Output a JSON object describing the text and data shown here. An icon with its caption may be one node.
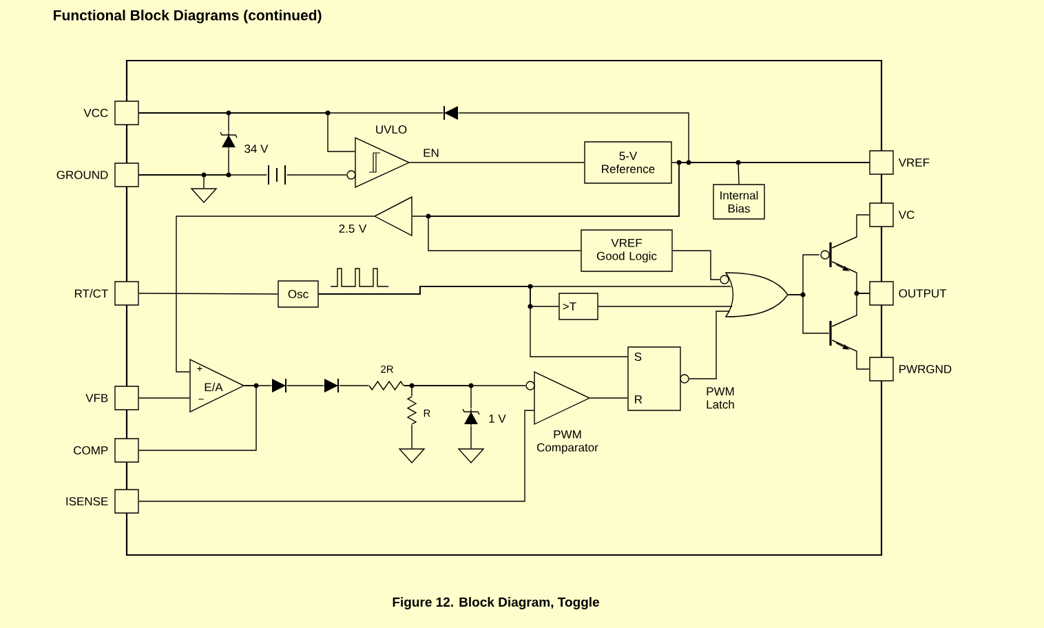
{
  "diagram": {
    "title": "Functional Block Diagrams (continued)",
    "caption": "Figure 12. Block Diagram, Toggle",
    "nodes": [
      {
        "text": [
          "VCC"
        ]
      },
      {
        "text": [
          "GROUND"
        ]
      },
      {
        "text": [
          "RT/CT"
        ]
      },
      {
        "text": [
          "VFB"
        ]
      },
      {
        "text": [
          "COMP"
        ]
      },
      {
        "text": [
          "ISENSE"
        ]
      },
      {
        "text": [
          "VREF"
        ]
      },
      {
        "text": [
          "VC"
        ]
      },
      {
        "text": [
          "OUTPUT"
        ]
      },
      {
        "text": [
          "PWRGND"
        ]
      },
      {
        "text": [
          "UVLO"
        ]
      },
      {
        "text": [
          "5-V Reference"
        ]
      },
      {
        "text": [
          "Internal Bias"
        ]
      },
      {
        "text": [
          "2.5 V"
        ]
      },
      {
        "text": [
          "VREF Good Logic"
        ]
      },
      {
        "text": [
          "Osc"
        ]
      },
      {
        "text": [
          ">T"
        ]
      },
      {
        "text": [],
        "shape": "gate"
      },
      {
        "text": [
          "E/A"
        ]
      },
      {
        "text": [
          "PWM Comparator"
        ]
      },
      {
        "text": [
          "S",
          "R"
        ],
        "beside": [
          "PWM Latch"
        ]
      },
      {
        "text": [],
        "shape": "transistor"
      },
      {
        "text": [],
        "shape": "transistor"
      },
      {
        "text": [],
        "shape": "diode"
      },
      {
        "text": [],
        "shape": "diode"
      },
      {
        "text": [],
        "shape": "diode"
      },
      {
        "text": [
          "2R"
        ]
      },
      {
        "text": [
          "R"
        ]
      },
      {
        "text": [
          "34 V"
        ]
      },
      {
        "text": [
          "1 V"
        ]
      },
      {
        "text": [],
        "shape": "battery"
      },
      {
        "text": [],
        "shape": "ground"
      },
      {
        "text": [],
        "shape": "ground"
      },
      {
        "text": [],
        "shape": "ground"
      }
    ],
    "edges": [
      {
        "from": 0,
        "to": 10,
        "arrow": "none"
      },
      {
        "from": 1,
        "to": 30,
        "arrow": "none"
      },
      {
        "from": 30,
        "to": 10,
        "arrow": "none"
      },
      {
        "from": 10,
        "to": 11,
        "arrow": "none",
        "label": "EN"
      },
      {
        "from": 11,
        "to": 6,
        "arrow": "none"
      },
      {
        "from": 0,
        "to": 23,
        "arrow": "none"
      },
      {
        "from": 23,
        "to": 6,
        "arrow": "none"
      },
      {
        "from": 6,
        "to": 12,
        "arrow": "none"
      },
      {
        "from": 6,
        "to": 13,
        "arrow": "none"
      },
      {
        "from": 6,
        "to": 14,
        "arrow": "none"
      },
      {
        "from": 0,
        "to": 28,
        "arrow": "none"
      },
      {
        "from": 28,
        "to": 1,
        "arrow": "none"
      },
      {
        "from": 1,
        "to": 31,
        "arrow": "none"
      },
      {
        "from": 13,
        "to": 18,
        "arrow": "none"
      },
      {
        "from": 3,
        "to": 18,
        "arrow": "none"
      },
      {
        "from": 18,
        "to": 4,
        "arrow": "none"
      },
      {
        "from": 18,
        "to": 24,
        "arrow": "none"
      },
      {
        "from": 24,
        "to": 25,
        "arrow": "none"
      },
      {
        "from": 25,
        "to": 26,
        "arrow": "none"
      },
      {
        "from": 26,
        "to": 19,
        "arrow": "none"
      },
      {
        "from": 26,
        "to": 27,
        "arrow": "none"
      },
      {
        "from": 27,
        "to": 32,
        "arrow": "none"
      },
      {
        "from": 26,
        "to": 29,
        "arrow": "none"
      },
      {
        "from": 29,
        "to": 33,
        "arrow": "none"
      },
      {
        "from": 5,
        "to": 19,
        "arrow": "none"
      },
      {
        "from": 19,
        "to": 20,
        "arrow": "none"
      },
      {
        "from": 2,
        "to": 15,
        "arrow": "none"
      },
      {
        "from": 15,
        "to": 17,
        "arrow": "none"
      },
      {
        "from": 15,
        "to": 16,
        "arrow": "none"
      },
      {
        "from": 15,
        "to": 20,
        "arrow": "none"
      },
      {
        "from": 14,
        "to": 17,
        "arrow": "none"
      },
      {
        "from": 16,
        "to": 17,
        "arrow": "none"
      },
      {
        "from": 20,
        "to": 17,
        "arrow": "none"
      },
      {
        "from": 17,
        "to": 21,
        "arrow": "none"
      },
      {
        "from": 17,
        "to": 22,
        "arrow": "none"
      },
      {
        "from": 21,
        "to": 7,
        "arrow": "none"
      },
      {
        "from": 21,
        "to": 8,
        "arrow": "none"
      },
      {
        "from": 22,
        "to": 8,
        "arrow": "none"
      },
      {
        "from": 22,
        "to": 9,
        "arrow": "none"
      }
    ],
    "labels": [
      "+",
      "−"
    ]
  }
}
